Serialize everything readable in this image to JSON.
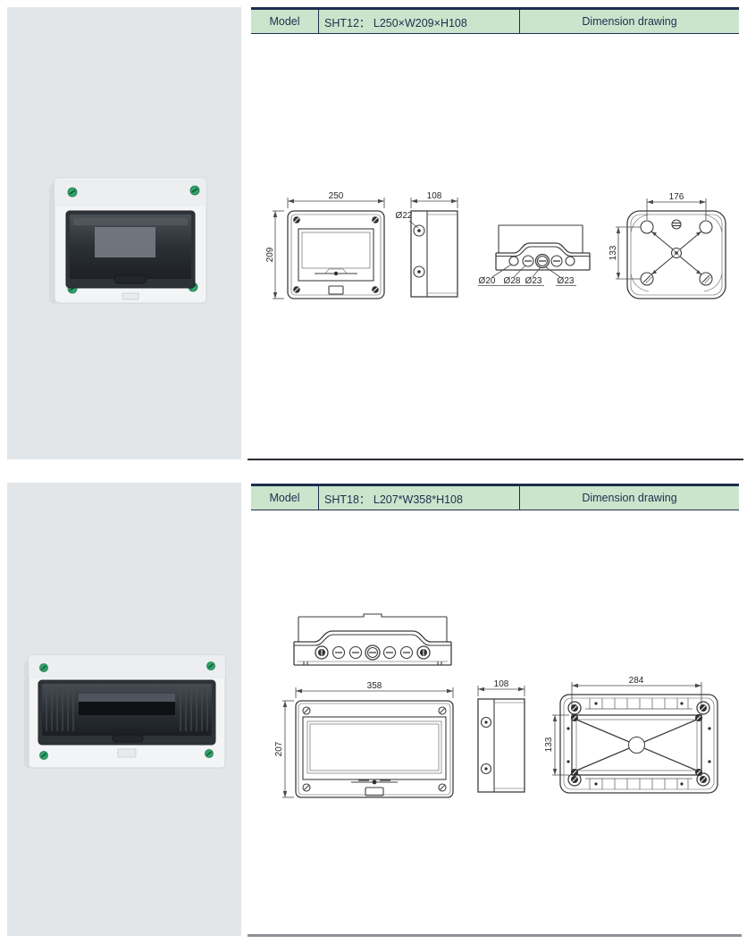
{
  "colors": {
    "page_bg": "#ffffff",
    "photo_panel_bg": "#e3e6e9",
    "header_bg": "#cbe5cd",
    "header_border": "#1e2d50",
    "header_text": "#20304e",
    "drawing_line": "#3b3e42",
    "section1_rule": "#2b2b33",
    "section2_rule": "#8d9297",
    "screw_green": "#2fa36b"
  },
  "sections": [
    {
      "header": {
        "model_label": "Model",
        "model_value": "SHT12： L250×W209×H108",
        "drawing_label": "Dimension drawing"
      },
      "front": {
        "width": "250",
        "height": "209"
      },
      "side": {
        "depth": "108",
        "knockout": "Ø22"
      },
      "bottom": {
        "k1": "Ø20",
        "k2": "Ø28",
        "k3": "Ø23",
        "k4": "Ø23"
      },
      "back": {
        "width": "176",
        "height": "133"
      }
    },
    {
      "header": {
        "model_label": "Model",
        "model_value": "SHT18： L207*W358*H108",
        "drawing_label": "Dimension drawing"
      },
      "front": {
        "width": "358",
        "height": "207"
      },
      "side": {
        "depth": "108"
      },
      "back": {
        "width": "284",
        "height": "133"
      }
    }
  ]
}
